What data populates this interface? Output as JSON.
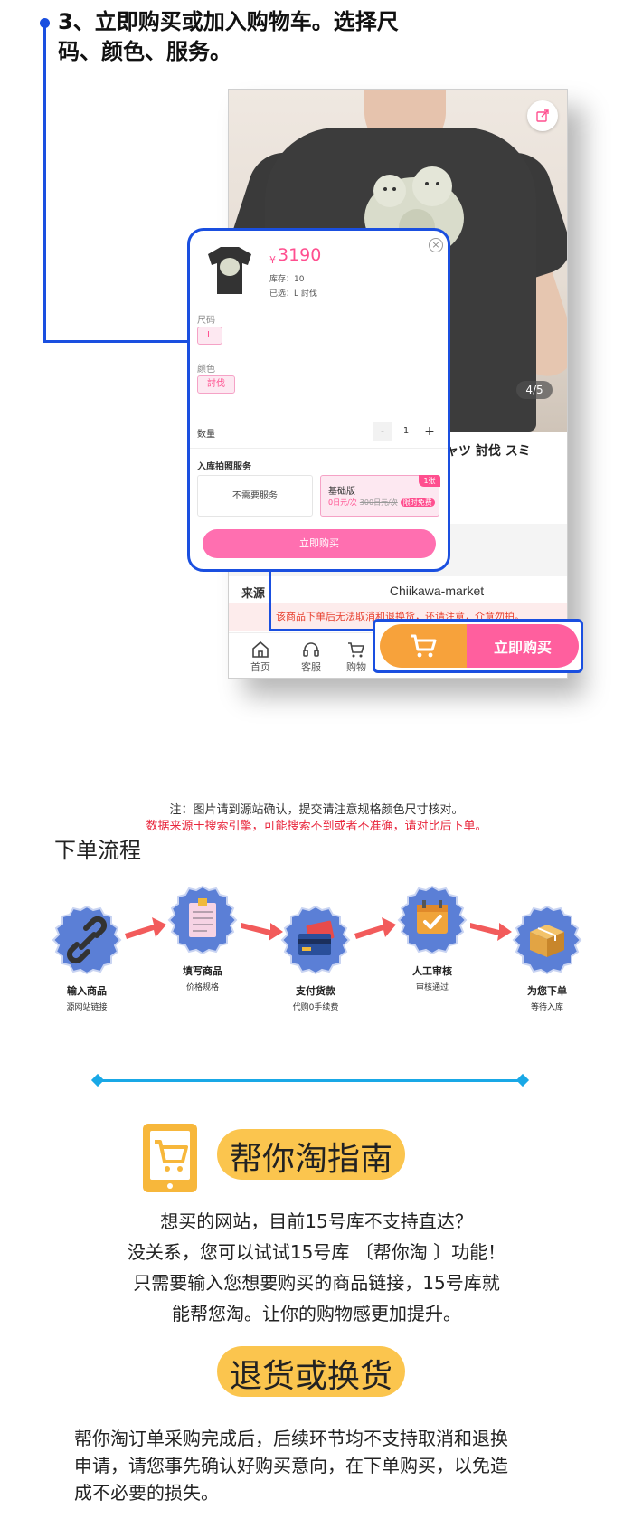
{
  "step": {
    "title_line1": "3、立即购买或加入购物车。选择尺",
    "title_line2": "码、颜色、服务。"
  },
  "product": {
    "image_counter": "4/5",
    "title_fragment": "ャツ 討伐 スミ",
    "source_label": "来源",
    "source_value": "Chiikawa-market",
    "warning": "该商品下单后无法取消和退换货，还请注意，介意勿拍。"
  },
  "tabbar": {
    "items": [
      {
        "label": "首页",
        "icon": "home-icon"
      },
      {
        "label": "客服",
        "icon": "headset-icon"
      },
      {
        "label": "购物",
        "icon": "cart-icon"
      }
    ]
  },
  "buy_bar": {
    "cart_icon": "cart-icon",
    "buy_label": "立即购买"
  },
  "popup": {
    "price_symbol": "¥",
    "price": "3190",
    "stock": "库存：10",
    "selected": "已选：L 討伐",
    "size_label": "尺码",
    "size_option": "L",
    "color_label": "颜色",
    "color_option": "討伐",
    "qty_label": "数量",
    "qty_minus": "-",
    "qty_value": "1",
    "qty_plus": "+",
    "service_label": "入库拍照服务",
    "service_none": "不需要服务",
    "service_basic_name": "基础版",
    "service_basic_price": "0日元/次",
    "service_basic_old": "300日元/次",
    "service_basic_tag": "限时免费",
    "service_basic_badge": "1张",
    "buy_button": "立即购买",
    "close": "×"
  },
  "notes": {
    "line1": "注：图片请到源站确认，提交请注意规格颜色尺寸核对。",
    "line2": "数据来源于搜索引擎，可能搜索不到或者不准确，请对比后下单。"
  },
  "flow": {
    "title": "下单流程",
    "steps": [
      {
        "title": "输入商品",
        "sub": "源网站链接",
        "icon": "link-icon",
        "color": "#5b7fd6"
      },
      {
        "title": "填写商品",
        "sub": "价格规格",
        "icon": "notepad-icon",
        "color": "#5b7fd6"
      },
      {
        "title": "支付货款",
        "sub": "代购0手续费",
        "icon": "credit-card-icon",
        "color": "#5b7fd6"
      },
      {
        "title": "人工审核",
        "sub": "审核通过",
        "icon": "calendar-check-icon",
        "color": "#5b7fd6"
      },
      {
        "title": "为您下单",
        "sub": "等待入库",
        "icon": "package-icon",
        "color": "#5b7fd6"
      }
    ],
    "arrow_color": "#f25b5b"
  },
  "guide": {
    "title": "帮你淘指南",
    "lines": [
      "想买的网站，目前15号库不支持直达？",
      "没关系，您可以试试15号库 〔帮你淘 〕功能！",
      "只需要输入您想要购买的商品链接，15号库就",
      "能帮您淘。让你的购物感更加提升。"
    ]
  },
  "returns": {
    "title": "退货或换货",
    "lines": [
      "帮你淘订单采购完成后，后续环节均不支持取消和退换",
      "申请，请您事先确认好购买意向，在下单购买，以免造",
      "成不必要的损失。"
    ]
  },
  "colors": {
    "accent_blue": "#1a4fe0",
    "pink": "#ff4f8f",
    "orange": "#f7a23b",
    "highlight_yellow": "#fbc54e",
    "divider_cyan": "#19a8e6"
  }
}
